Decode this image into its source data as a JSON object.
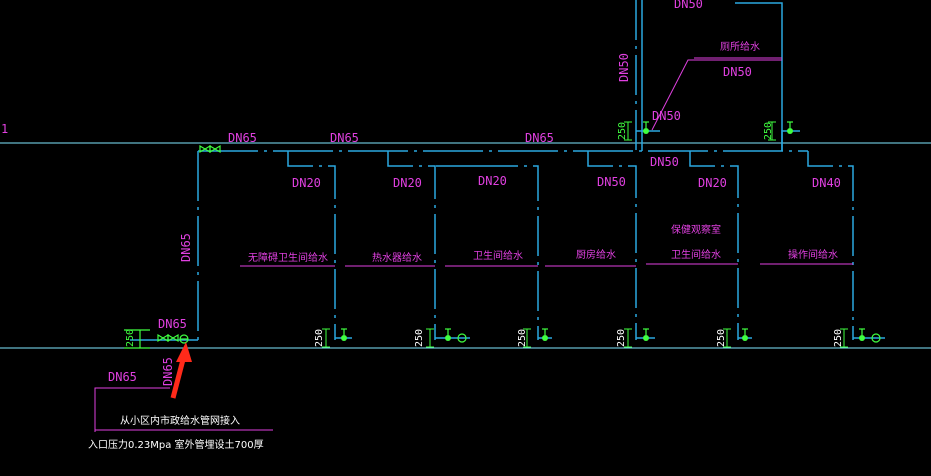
{
  "colors": {
    "background": "#000000",
    "pipe": "#2aa8e0",
    "reference_line": "#7fe7ff",
    "label": "#e040e0",
    "fitting": "#40ff40",
    "arrow": "#ff2a1a",
    "text": "#ffffff"
  },
  "main_pipe": {
    "size_top_1": "DN65",
    "size_top_2": "DN65",
    "size_top_3": "DN65",
    "size_riser": "DN65",
    "size_inlet": "DN65",
    "size_inlet_vertical": "DN65",
    "size_inlet_horizontal": "DN65"
  },
  "branches": [
    {
      "size": "DN20",
      "label": "无障碍卫生间给水",
      "dim": "250"
    },
    {
      "size": "DN20",
      "label": "热水器给水",
      "dim": "250"
    },
    {
      "size": "DN20",
      "label": "卫生间给水",
      "dim": "250"
    },
    {
      "size": "DN50",
      "label": "厨房给水",
      "dim": "250"
    },
    {
      "size": "DN20",
      "label_line1": "保健观察室",
      "label_line2": "卫生间给水",
      "dim": "250"
    },
    {
      "size": "DN40",
      "label": "操作间给水",
      "dim": "250"
    }
  ],
  "upper": {
    "riser_size": "DN50",
    "top_size": "DN50",
    "label": "厕所给水",
    "label_size": "DN50",
    "branch_size": "DN50",
    "dim_left": "250",
    "dim_right": "250"
  },
  "inlet_dim": "250",
  "notes": {
    "line1": "从小区内市政给水管网接入",
    "line2": "入口压力0.23Mpa  室外管埋设土700厚"
  },
  "edge_mark": "1"
}
